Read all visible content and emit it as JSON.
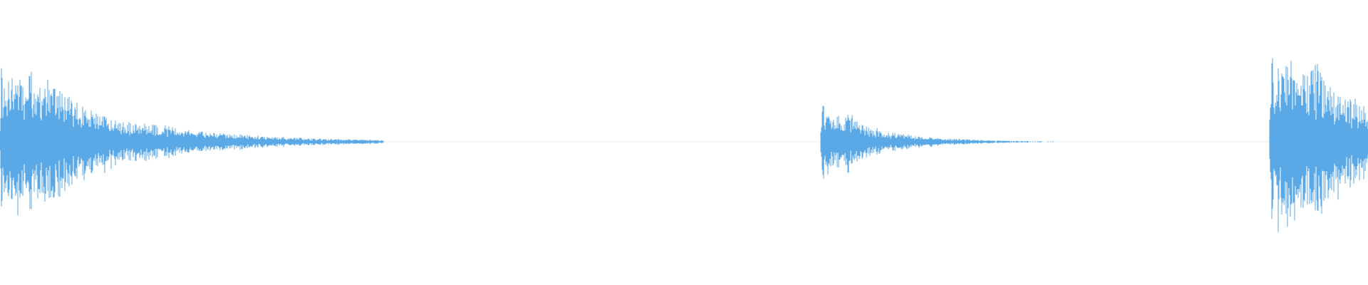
{
  "waveform": {
    "color": "#5aa9e6",
    "background": "#ffffff",
    "bursts": [
      {
        "start": 0.0,
        "decay": 0.075,
        "peak": 0.53,
        "end": 0.28
      },
      {
        "start": 0.6,
        "decay": 0.04,
        "peak": 0.24,
        "end": 0.77
      },
      {
        "start": 0.928,
        "decay": 0.08,
        "peak": 0.6,
        "end": 1.0
      }
    ]
  }
}
